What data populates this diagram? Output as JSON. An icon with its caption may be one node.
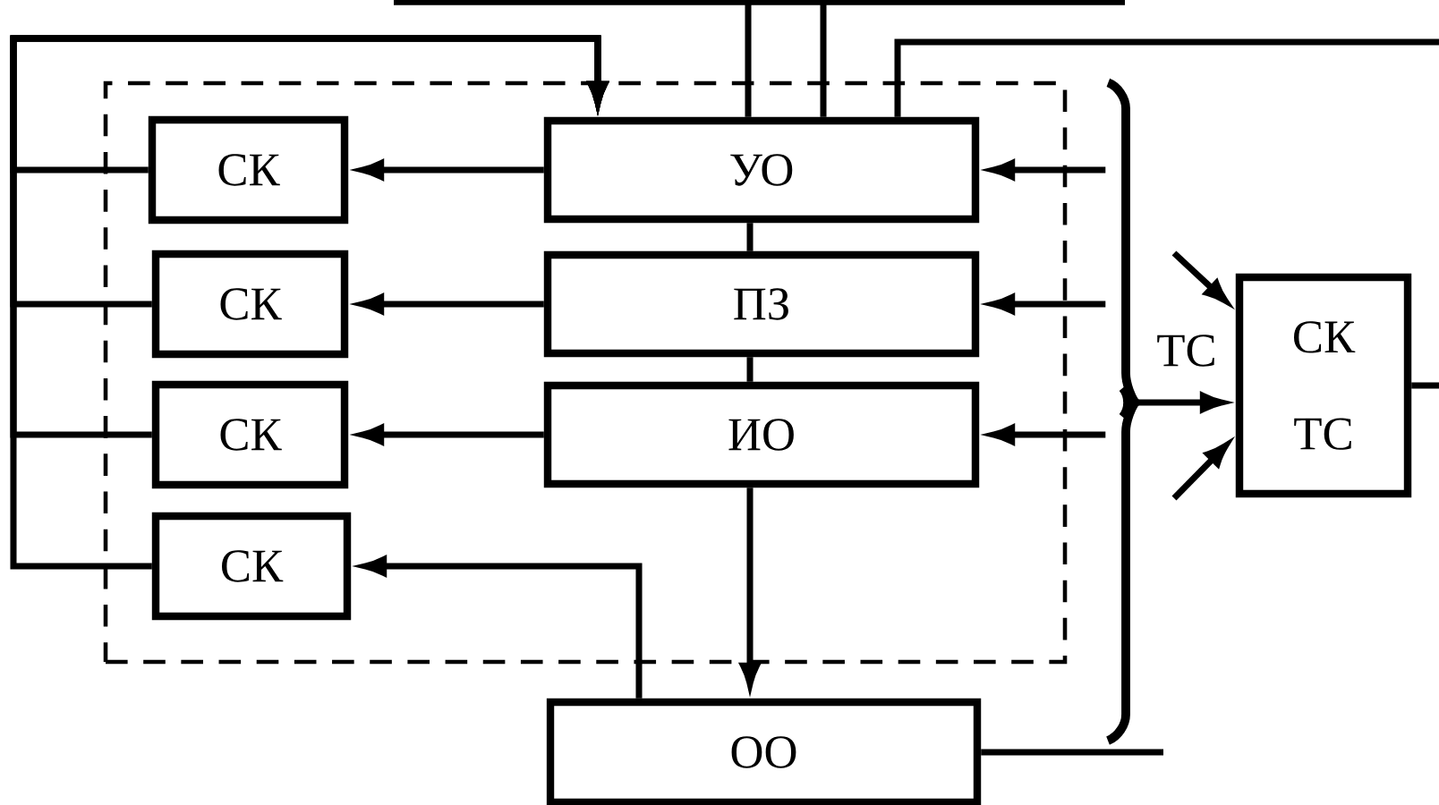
{
  "diagram": {
    "nodes": [
      {
        "text": [],
        "shape": "box"
      },
      {
        "text": [
          "СК"
        ],
        "in": 0
      },
      {
        "text": [
          "УО"
        ],
        "in": 0
      },
      {
        "text": [
          "СК"
        ],
        "in": 0
      },
      {
        "text": [
          "ПЗ"
        ],
        "in": 0
      },
      {
        "text": [
          "СК"
        ],
        "in": 0
      },
      {
        "text": [
          "ИО"
        ],
        "in": 0
      },
      {
        "text": [
          "СК"
        ],
        "in": 0
      },
      {
        "text": [
          "ОО"
        ]
      },
      {
        "text": [
          "СК",
          "ТС"
        ]
      },
      {
        "text": [],
        "shape": "brace"
      }
    ],
    "edges": [
      {
        "from": 1,
        "to": 2,
        "arrow": "to"
      },
      {
        "from": 3,
        "to": 2,
        "arrow": "to"
      },
      {
        "from": 5,
        "to": 2,
        "arrow": "to"
      },
      {
        "from": 7,
        "to": 2,
        "arrow": "to"
      },
      {
        "from": 2,
        "to": 1,
        "arrow": "to"
      },
      {
        "from": 4,
        "to": 3,
        "arrow": "to"
      },
      {
        "from": 6,
        "to": 5,
        "arrow": "to"
      },
      {
        "from": 2,
        "to": 4,
        "arrow": "none"
      },
      {
        "from": 4,
        "to": 6,
        "arrow": "none"
      },
      {
        "from": 6,
        "to": 8,
        "arrow": "to"
      },
      {
        "from": 8,
        "to": 7,
        "arrow": "to"
      },
      {
        "from": 10,
        "to": 2,
        "arrow": "to"
      },
      {
        "from": 10,
        "to": 4,
        "arrow": "to"
      },
      {
        "from": 10,
        "to": 6,
        "arrow": "to"
      },
      {
        "from": 10,
        "to": 9,
        "arrow": "to"
      },
      {
        "from": null,
        "to": 9,
        "arrow": "to"
      },
      {
        "from": null,
        "to": 9,
        "arrow": "to"
      },
      {
        "from": 2,
        "to": null,
        "arrow": "none"
      },
      {
        "from": 2,
        "to": null,
        "arrow": "none"
      },
      {
        "from": 2,
        "to": null,
        "arrow": "none"
      },
      {
        "from": 8,
        "to": null,
        "arrow": "none"
      },
      {
        "from": 9,
        "to": null,
        "arrow": "none"
      }
    ],
    "labels": [
      "ТС"
    ]
  }
}
